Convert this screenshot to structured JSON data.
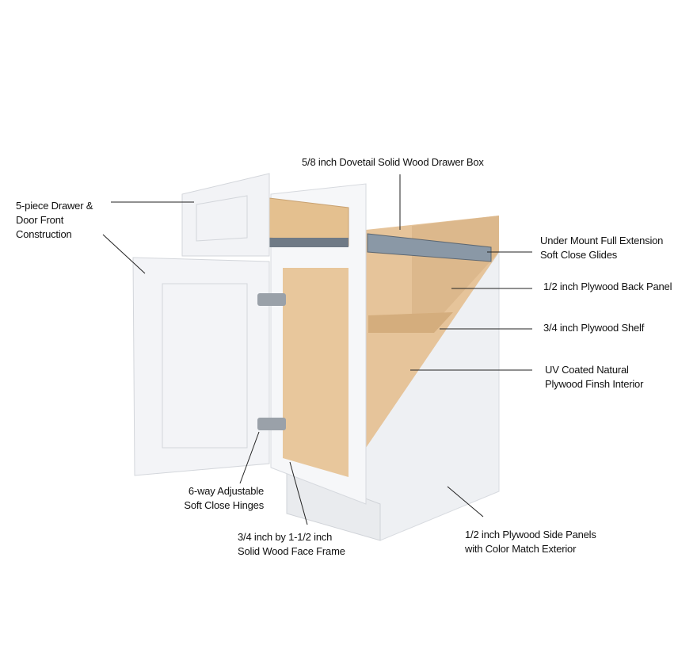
{
  "callouts": {
    "drawer_box": "5/8 inch Dovetail Solid Wood Drawer Box",
    "drawer_front": [
      "5-piece Drawer &",
      "Door Front",
      "Construction"
    ],
    "glides": [
      "Under Mount Full Extension",
      "Soft Close Glides"
    ],
    "back_panel": "1/2 inch Plywood Back Panel",
    "shelf": "3/4 inch Plywood Shelf",
    "interior": [
      "UV Coated Natural",
      "Plywood Finsh Interior"
    ],
    "hinges": [
      "6-way Adjustable",
      "Soft Close Hinges"
    ],
    "face_frame": [
      "3/4 inch by 1-1/2 inch",
      "Solid Wood Face Frame"
    ],
    "side_panels": [
      "1/2 inch Plywood Side Panels",
      "with Color Match Exterior"
    ]
  },
  "colors": {
    "white": "#f4f5f7",
    "wood": "#e8c9a0",
    "steel": "#8a98a6",
    "line": "#222222"
  }
}
